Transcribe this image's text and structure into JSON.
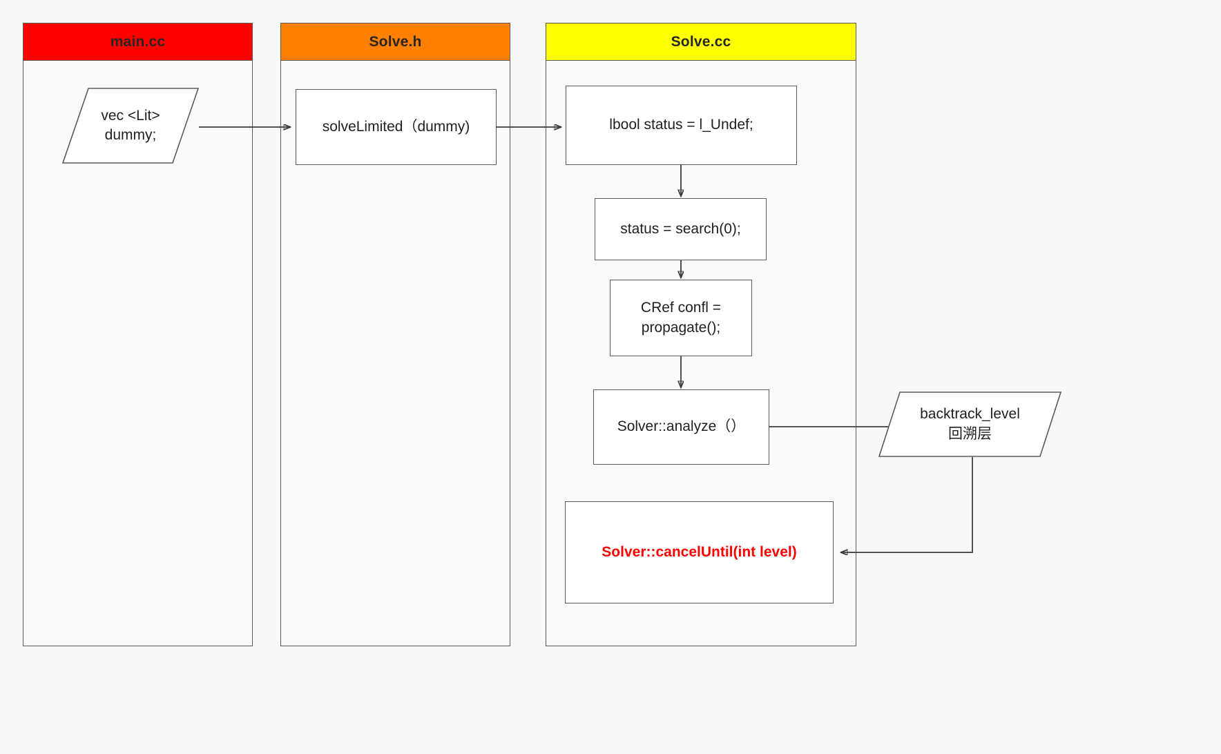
{
  "diagram": {
    "title_bar_colors": {
      "main_cc": "#ff0000",
      "solve_h": "#ff8000",
      "solve_cc": "#ffff00"
    },
    "accent_color": "#ff0000",
    "border_color": "#5a5a5a",
    "background": "#f8f8f8"
  },
  "lanes": [
    {
      "id": "main-cc",
      "label": "main.cc",
      "color": "#ff0000"
    },
    {
      "id": "solve-h",
      "label": "Solve.h",
      "color": "#ff8000"
    },
    {
      "id": "solve-cc",
      "label": "Solve.cc",
      "color": "#ffff00"
    }
  ],
  "nodes": {
    "vec_lit_dummy": {
      "label": "vec <Lit>\ndummy;",
      "shape": "parallelogram",
      "lane": "main.cc"
    },
    "solve_limited": {
      "label": "solveLimited（dummy)",
      "shape": "process",
      "lane": "Solve.h"
    },
    "lbool_status": {
      "label": "lbool status = l_Undef;",
      "shape": "process",
      "lane": "Solve.cc"
    },
    "status_search": {
      "label": "status = search(0);",
      "shape": "process",
      "lane": "Solve.cc"
    },
    "cref_confl": {
      "label": "CRef confl =\npropagate();",
      "shape": "process",
      "lane": "Solve.cc"
    },
    "solver_analyze": {
      "label": "Solver::analyze（）",
      "shape": "process",
      "lane": "Solve.cc"
    },
    "solver_cancel_until": {
      "label": "Solver::cancelUntil(int level)",
      "shape": "process",
      "lane": "Solve.cc",
      "emphasis": "accent"
    },
    "backtrack_level": {
      "label": "backtrack_level\n回溯层",
      "shape": "parallelogram",
      "lane": "outside"
    }
  }
}
